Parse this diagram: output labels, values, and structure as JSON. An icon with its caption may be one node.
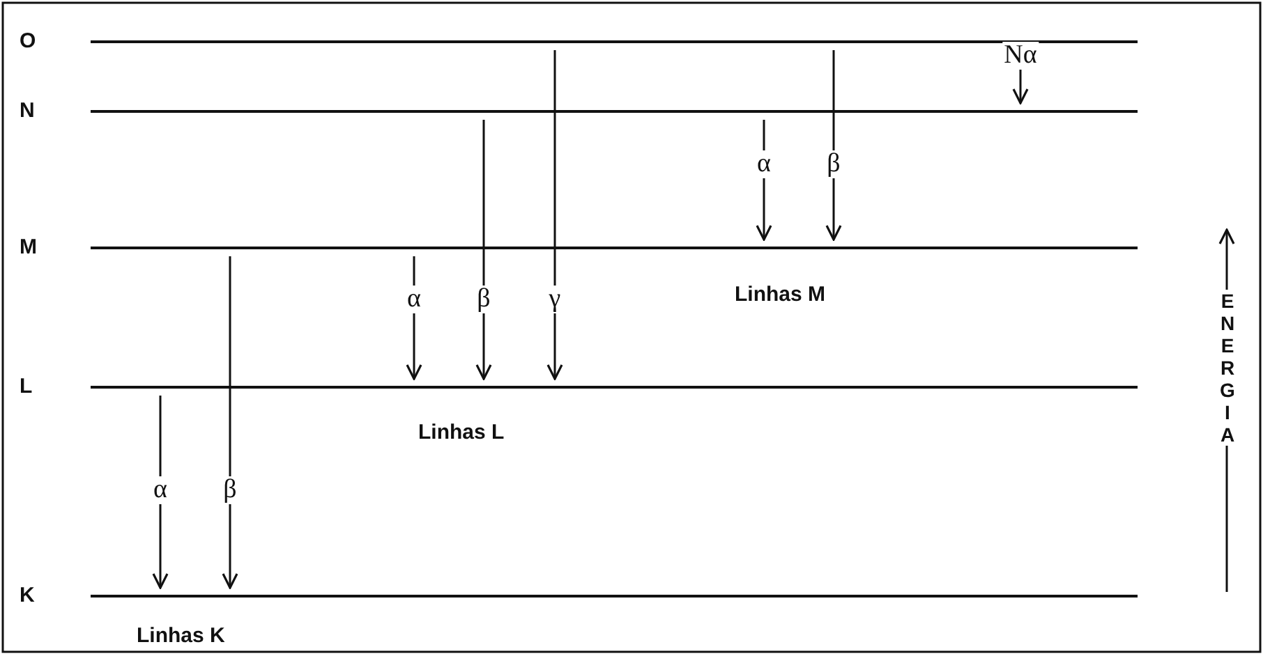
{
  "diagram": {
    "nodes": [
      {
        "text": [
          "O"
        ]
      },
      {
        "text": [
          "N"
        ]
      },
      {
        "text": [
          "M"
        ]
      },
      {
        "text": [
          "L"
        ]
      },
      {
        "text": [
          "K"
        ]
      }
    ],
    "edges": [
      {
        "from": 3,
        "to": 4,
        "arrow": "to",
        "label": "α"
      },
      {
        "from": 2,
        "to": 4,
        "arrow": "to",
        "label": "β"
      },
      {
        "from": 2,
        "to": 3,
        "arrow": "to",
        "label": "α"
      },
      {
        "from": 1,
        "to": 3,
        "arrow": "to",
        "label": "β"
      },
      {
        "from": 0,
        "to": 3,
        "arrow": "to",
        "label": "γ"
      },
      {
        "from": 1,
        "to": 2,
        "arrow": "to",
        "label": "α"
      },
      {
        "from": 0,
        "to": 2,
        "arrow": "to",
        "label": "β"
      },
      {
        "from": 0,
        "to": 1,
        "arrow": "to",
        "label": "Nα"
      }
    ],
    "labels": [
      "Linhas M",
      "ENERGIA",
      "Linhas L",
      "Linhas K"
    ]
  }
}
